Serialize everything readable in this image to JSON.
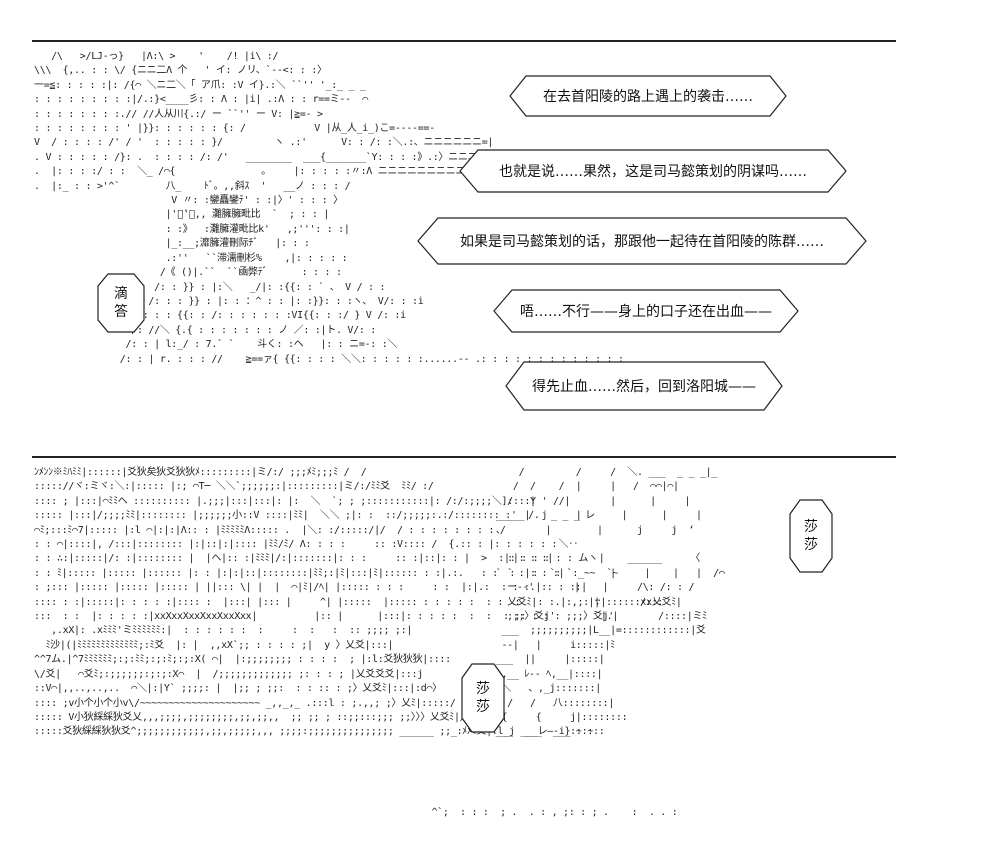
{
  "speech": {
    "b1": "在去首阳陵的路上遇上的袭击……",
    "b2": "也就是说……果然，这是司马懿策划的阴谋吗……",
    "b3": "如果是司马懿策划的话，那跟他一起待在首阳陵的陈群……",
    "b4": "唔……不行——身上的口子还在出血——",
    "b5": "得先止血……然后，回到洛阳城——"
  },
  "sound": {
    "drip": [
      "滴",
      "答"
    ],
    "rustle_top": [
      "莎",
      "莎"
    ],
    "rustle_bottom": [
      "莎",
      "莎"
    ]
  },
  "art": {
    "top_left": "   /\\   >/LJ-っ}   |Λ:\\ >    '    /! |i\\ :/\n\\\\\\  {,.. : : \\/ {ニニ二Λ 个   ' イ: ノリ、`--<: : :〉\n一=≦: : : : :|: /{⌒ ＼ニ二＼「 ア爪: :V イ}.:＼ ``'' '_:_ _ _\n: : : : : : : : :|/.:}<____彡: : Λ : |i| .:Λ : : r==ミ-‐  ⌒\n: : : : : : : :.// //人从川{.:/ ー ``'' ー V: |≧=- >\n: : : : : : : : ' |}}: : : : : : {: /            V |从_人_i_)こ=-‐-‐==‐\nV  / : : : : /' / '  : : : : : }/         ヽ .:'      V: : /: :＼.:、ニニニニニニ=|\n. V : : : : : /}: .  : : : : /: /'   ________  ___{_______`Y: : : :》.:〉ニニニニ\n.  |: : : :/ : :  ＼_ /⌒{               。    |: : : : :〃:Λ ニニニニニニニニニニニニニヘ.\n.  |:_ : : >'^`        八_    ﾄﾞ。,,斜ｽ  '   __ノ : : : /\n                        V 〃: :鑾矗鑾ﾃ' : :|〉' : : : 〉\n                       |'ﾞ‛ﾞ,, 灘臃臃毗比  `  ; : : |\n                       : :》  :灘臃灌毗比k'   ,;''': : :|\n                       |_:__;灖臃灌刪际ﾁﾞ   |: : :\n                       .:''   ``滞濡刪杉%    ,|: : : : :\n                      /《 ()|.``  ``凾弊ﾃﾞ      : : : :\n                     /: : }} : |:＼   _/|: :{{: : ` 、 V / : :\n                    /: : : }} : |: : ：^ : : |: :}}: : :ヽ、 V/: : :i\n                  <: : : {{: : /: : : : : : :VI{{: : :/ } V /: :i\n                 /: //＼ {.{ : : : : : : : ノ ／: :|ト. V/: :\n                /: : | l:_/ : 7.` `    斗く: :ヘ   |: : ニ=-: :＼\n               /: : | r. : : : //    ≧==ァ{ {{: : : : ＼＼: : : : : :......-‐ .: : : : : : : : : : : : :",
    "bottom_left": "ﾝﾒﾝﾝ※ﾐﾊﾐﾐ|::::::|爻狄矣狄爻狄狄ﾒ:::::::::|ミ/:/ ;;;ﾒﾐ;;;ﾐ /  /\n::::://ヾ:ミヾ:＼:|::::: |:; ⌒T─ ＼＼`;;;;;;:|:::::::::|ミ/:/ﾐﾐ爻  ﾐﾐ/ :/\n:::: ; |:::|⌒ﾐﾐヘ :::::::::: |.;;;|:::|:::|: |:  ＼  `; ; ;:::::::::::|: /:/:;;;;＼]::::Y ' //\n::::: |:::|/;;;;ﾐﾐ|:::::::: |;;;;;;小::V ::::|ﾐﾐ|  ＼＼ ;|: :  ::/;;;;;:.:/:::::::: :'  /.  _ _ _ レ\n⌒ﾐ;:::ﾐ⌒7|::::: |:l ⌒|:|:|Λ:: : |ﾐﾐﾐﾐﾐΛ::::: .  |＼: :/:::::/|/  / : : : : : : : : /\n: : ⌒|::::|, /:::|:::::::: |:|::|:|:::: |ﾐﾐ/ﾐ/ Λ: : : :     :: :V:::: /  {.:: : |: : : : : :\n: : ∴:|:::::|/: :|:::::::: |  |ヘ|:: :|ﾐﾐﾐ|/:|:::::::|: : :     :: :|::|: : |  >  :|: : : : : : ムヽ\n: : ﾐ|::::: |::::: |:::::: |: : |:|:|::|::::::::|ﾐﾐ;:|ﾐ|:::|ﾐ|:::::: : :|.:.   : :  :   :  `: `:_~~  `~\n: ;::: |::::: |::::: |::::: | ||::: \\| |  |  ⌒|ﾐ|/ﾍ| |::::: : : :     : :  |:|.:  : : :.|:: : ::|\n:::: : :|:::::|: : : : :|:::: :  |:::| |::: |     ^| |:::::  |::::: : : : : :  : :  :   : :.|:,;: ∵|::::::xx乂爻ﾐ|\n:::  : :  |: : : : :|xxXxxXxxXxxXxxXxx|          |:: |      |:::|: : : : :  :  :  : ;: : : : ;;;〉爻j'\n   ,.xX|: .xﾐﾐﾐ'ミﾐﾐﾐﾐﾐﾐ:|  : : : : : :  :     :  :   :  :: ;;;; ;:|\n  ﾐ沙|(|ﾐﾐﾐﾐﾐﾐﾐﾐﾐﾐﾐﾐﾐ;:ﾐ爻  |: |  ,,xX`;; : : : : ;|  y 〉乂爻|:::|\n^^7ム.|^7ﾐﾐﾐﾐﾐﾐ;:;:ﾐﾐ;:;:ﾐ;:;:X( ⌒|  |:;;;;;;;; : : : :  ; |:l:爻狄狄狄|::::\n\\/爻|   ⌒爻ﾐ;:;;;;;;:;:;:X⌒  |  /;;;;;;;;;;;;; ;: : : ; |乂爻爻爻|:::j\n::V⌒|,,..,..,..  ⌒＼|:|Y` ;;;;: |  |;; ; ;;:  : : :: : ;〉乂爻ﾐ|:::|:d⌒〉\n:::: ;v小个小个小v\\/~~~~~~~~~~~~~~~~~~~~~ _,,_,_ .:::l : ;.,,; ;〉乂ﾐ|:::::/\n::::: V小狄綵綵狄爻乂,,,;;;;,;;;;;;;;,;;,;;,,  ;; ;; ; ::;;:::;;; ;;〉〉〉乂爻ﾐ|/{\n:::::爻狄綵綵狄狄爻^;;;;;;;;;;;;,;;,;;;;;,,, ;;;;:;;;;;;;;;;;;;;; ______ ;;_:ﾒﾒﾐ爻|:l_j ___レ―‐i}::::::",
    "bottom_right": "     /         /     /  ＼. ___  _ _ _|_\n    /  /    /  |     |   /  ⌒⌒|⌒|\n   /   |     |       |      |     |\n _____|  j     |       |      |     |\n 、       |        |      j     j  ‘\n            ＼‥\n   :|: : :|        |    ______     〈\n ` ` :|: : :|        |     |    |   |  /⌒\n   ー‐‐'       |    |     /\\: /: : /\n   乂爻ﾐ|         ||       /:::\n   ;;;〉爻j'        |.|       /::::|ミﾐ\n  ___  ;;;;;;;;;;|L__|=::::::::::::|爻\n  ‐‐|   |     i:::::|ﾐ\n ___  ||     |:::::|\n |,__ ﾚ-‐ ﾍ,__|::::|\n  ＼   、,_j:::::::|\n   /   /   八::::::::|\n  {     {     j|::::::::\n ___  ___  ___ ~ ~",
    "bottom_dots": "  ^`;  : : :  ; .  . : , ;: : ; .    :  . . :"
  }
}
